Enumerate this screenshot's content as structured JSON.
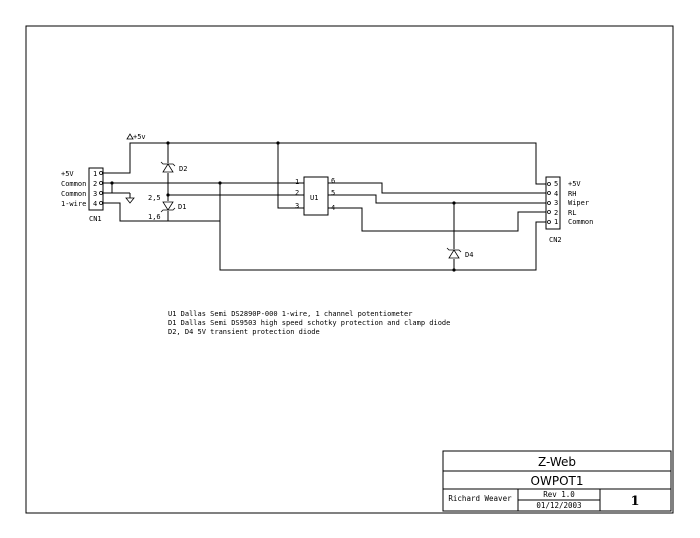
{
  "cn1": {
    "ref": "CN1",
    "pins": [
      {
        "num": "1",
        "label": "+5V"
      },
      {
        "num": "2",
        "label": "Common"
      },
      {
        "num": "3",
        "label": "Common"
      },
      {
        "num": "4",
        "label": "1-wire"
      }
    ]
  },
  "cn2": {
    "ref": "CN2",
    "pins": [
      {
        "num": "5",
        "label": "+5V"
      },
      {
        "num": "4",
        "label": "RH"
      },
      {
        "num": "3",
        "label": "Wiper"
      },
      {
        "num": "2",
        "label": "RL"
      },
      {
        "num": "1",
        "label": "Common"
      }
    ]
  },
  "u1": {
    "ref": "U1",
    "left_pins": [
      "1",
      "2",
      "3"
    ],
    "right_pins": [
      "6",
      "5",
      "4"
    ]
  },
  "power_label": "+5v",
  "diodes": {
    "d1": {
      "ref": "D1",
      "pin_top": "2,5",
      "pin_bottom": "1,6"
    },
    "d2": {
      "ref": "D2"
    },
    "d4": {
      "ref": "D4"
    }
  },
  "notes": [
    "U1 Dallas Semi DS2890P-000 1-wire, 1 channel potentiometer",
    "D1 Dallas Semi DS9503 high speed schotky protection and clamp diode",
    "D2, D4 5V transient protection diode"
  ],
  "title_block": {
    "company": "Z-Web",
    "title": "OWPOT1",
    "author": "Richard Weaver",
    "rev": "Rev 1.0",
    "date": "01/12/2003",
    "sheet": "1"
  }
}
